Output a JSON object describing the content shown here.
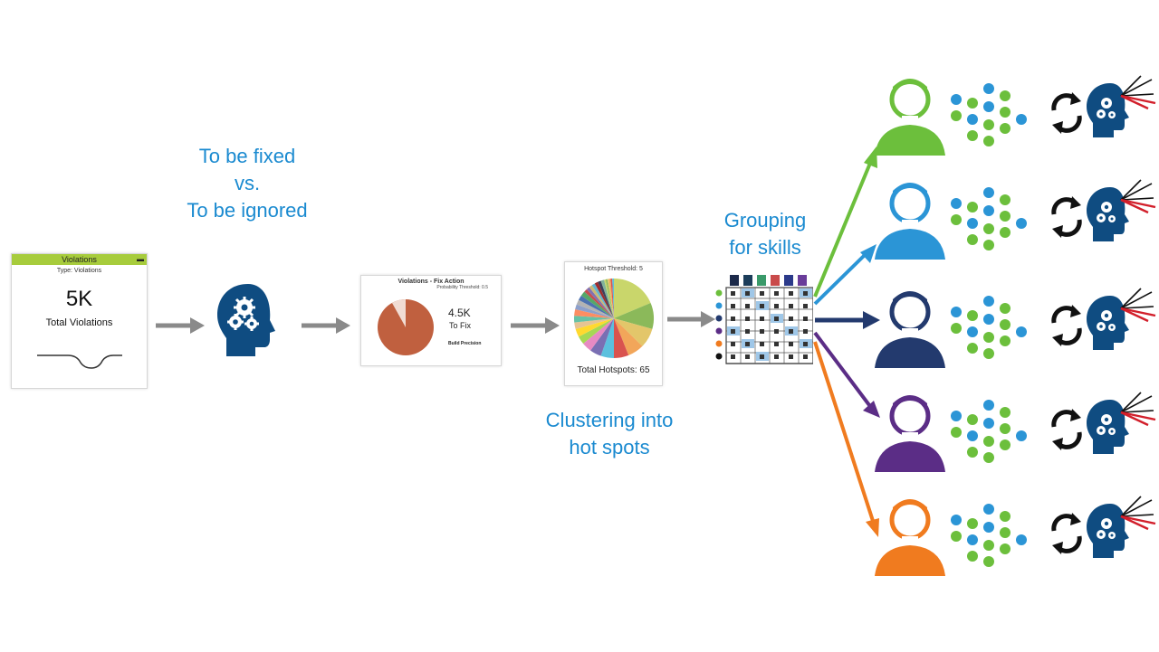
{
  "labels": {
    "fixed_line1": "To be fixed",
    "fixed_line2": "vs.",
    "fixed_line3": "To be ignored",
    "cluster_line1": "Clustering into",
    "cluster_line2": "hot spots",
    "group_line1": "Grouping",
    "group_line2": "for skills"
  },
  "violations_card": {
    "header": "Violations",
    "subtitle": "Type: Violations",
    "value": "5K",
    "label": "Total Violations"
  },
  "fix_card": {
    "title": "Violations - Fix Action",
    "subtitle": "Probability Threshold: 0.5",
    "value": "4.5K",
    "value_label": "To Fix",
    "footer": "Build Precision"
  },
  "hotspot_card": {
    "title": "Hotspot Threshold: 5",
    "footer": "Total Hotspots: 65"
  },
  "colors": {
    "green": "#6cbf3c",
    "blue": "#2b95d6",
    "navy": "#233a6e",
    "purple": "#5b2d86",
    "orange": "#f07b1f",
    "head": "#0f4c81"
  },
  "people": [
    {
      "icon": "person-green-icon",
      "color": "#6cbf3c"
    },
    {
      "icon": "person-blue-icon",
      "color": "#2b95d6"
    },
    {
      "icon": "person-navy-icon",
      "color": "#233a6e"
    },
    {
      "icon": "person-purple-icon",
      "color": "#5b2d86"
    },
    {
      "icon": "person-orange-icon",
      "color": "#f07b1f"
    }
  ]
}
